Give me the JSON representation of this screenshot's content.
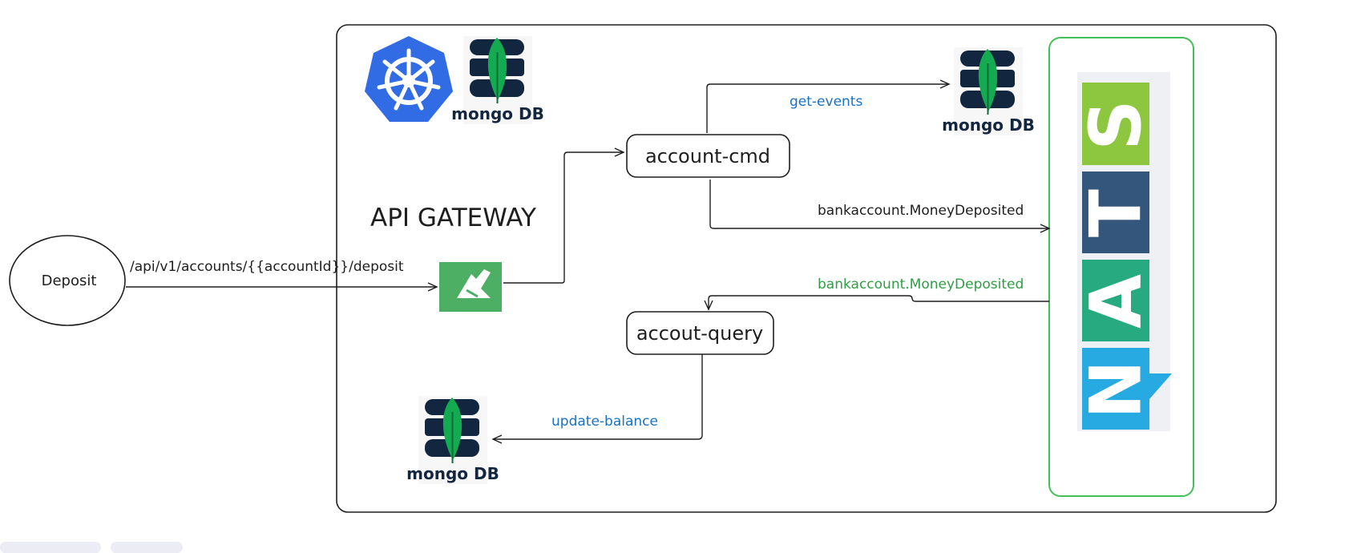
{
  "diagram": {
    "deposit_label": "Deposit",
    "endpoint_label": "/api/v1/accounts/{{accountId}}/deposit",
    "gateway_label": "API GATEWAY",
    "cmd_label": "account-cmd",
    "query_label": "accout-query",
    "get_events_label": "get-events",
    "publish_label": "bankaccount.MoneyDeposited",
    "subscribe_label": "bankaccount.MoneyDeposited",
    "update_balance_label": "update-balance",
    "mongo_logo_text": "mongo DB",
    "nats_letters": [
      "S",
      "T",
      "A",
      "N"
    ]
  },
  "colors": {
    "stroke": "#1e1e1e",
    "blue_label": "#1971c2",
    "green_label": "#2f9e44",
    "nats_frame": "#40c057",
    "gateway_green": "#4caf63",
    "k8s_blue": "#326ce5",
    "mongo_navy": "#13263f",
    "mongo_leaf": "#13aa52",
    "nats_lime": "#8dc63f",
    "nats_navy": "#34567c",
    "nats_teal": "#27aa80",
    "nats_sky": "#27aae1"
  },
  "icons": [
    "kubernetes-icon",
    "mongodb-icon",
    "api-gateway-icon",
    "nats-logo"
  ]
}
